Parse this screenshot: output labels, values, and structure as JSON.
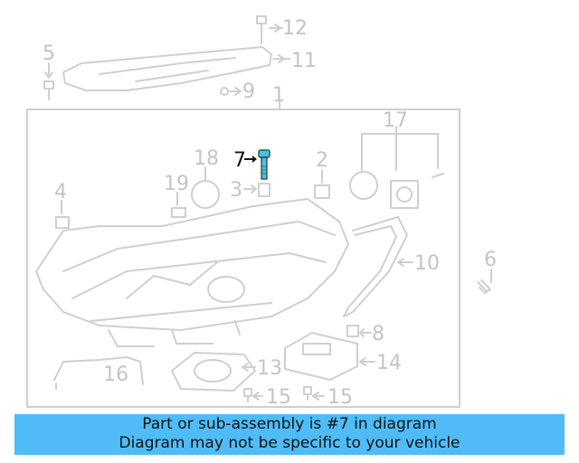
{
  "diagram": {
    "highlight_color": "#4fbcf7",
    "callouts": [
      {
        "id": "12",
        "label": "12"
      },
      {
        "id": "11",
        "label": "11"
      },
      {
        "id": "5",
        "label": "5"
      },
      {
        "id": "9",
        "label": "9"
      },
      {
        "id": "1",
        "label": "1"
      },
      {
        "id": "17",
        "label": "17"
      },
      {
        "id": "18",
        "label": "18"
      },
      {
        "id": "7",
        "label": "7",
        "highlighted": true
      },
      {
        "id": "2",
        "label": "2"
      },
      {
        "id": "19",
        "label": "19"
      },
      {
        "id": "3",
        "label": "3"
      },
      {
        "id": "4",
        "label": "4"
      },
      {
        "id": "10",
        "label": "10"
      },
      {
        "id": "6",
        "label": "6"
      },
      {
        "id": "8",
        "label": "8"
      },
      {
        "id": "14",
        "label": "14"
      },
      {
        "id": "13",
        "label": "13"
      },
      {
        "id": "16",
        "label": "16"
      },
      {
        "id": "15a",
        "label": "15"
      },
      {
        "id": "15b",
        "label": "15"
      }
    ]
  },
  "banner": {
    "line1": "Part or sub-assembly is #7 in diagram",
    "line2": "Diagram may not be specific to your vehicle",
    "color": "#4fbcf7"
  }
}
